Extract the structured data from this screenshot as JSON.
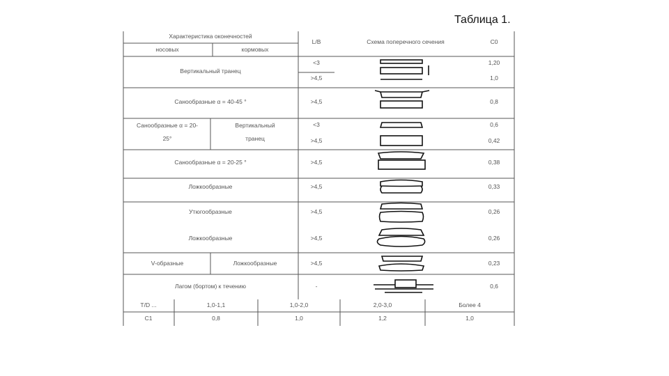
{
  "caption": "Таблица 1.",
  "header": {
    "characteristic": "Характеристика оконечностей",
    "bow": "носовых",
    "stern": "кормовых",
    "ratio": "L/B",
    "scheme": "Схема поперечного сечения",
    "coef": "C0"
  },
  "rows": [
    {
      "bow": "Вертикальный транец",
      "stern": "",
      "merged": true,
      "ratios": [
        "<3",
        ">4,5"
      ],
      "coefs": [
        "1,20",
        "1,0"
      ]
    },
    {
      "bow": "Санообразные  α = 40-45 °",
      "stern": "",
      "merged": true,
      "ratios": [
        ">4,5"
      ],
      "coefs": [
        "0,8"
      ]
    },
    {
      "bow": "Санообразные α = 20-25°",
      "stern": "Вертикальный транец",
      "merged": false,
      "ratios": [
        "<3",
        ">4,5"
      ],
      "coefs": [
        "0,6",
        "0,42"
      ]
    },
    {
      "bow": "Санообразные α = 20-25 °",
      "stern": "",
      "merged": true,
      "ratios": [
        ">4,5"
      ],
      "coefs": [
        "0,38"
      ]
    },
    {
      "bow": "Ложкообразные",
      "stern": "",
      "merged": true,
      "ratios": [
        ">4,5"
      ],
      "coefs": [
        "0,33"
      ]
    },
    {
      "bow": "Утюгообразные",
      "stern": "",
      "merged": true,
      "ratios": [
        ">4,5"
      ],
      "coefs": [
        "0,26"
      ]
    },
    {
      "bow": "Ложкообразные",
      "stern": "",
      "merged": true,
      "ratios": [
        ">4,5"
      ],
      "coefs": [
        "0,26"
      ]
    },
    {
      "bow": "V-образные",
      "stern": "Ложкообразные",
      "merged": false,
      "ratios": [
        ">4,5"
      ],
      "coefs": [
        "0,23"
      ]
    },
    {
      "bow": "Лагом (бортом) к течению",
      "stern": "",
      "merged": true,
      "ratios": [
        "-"
      ],
      "coefs": [
        "0,6"
      ]
    }
  ],
  "footer": {
    "labels": [
      "T/D ...",
      "C1"
    ],
    "ranges": [
      "1,0-1,1",
      "1,0-2,0",
      "2,0-3,0",
      "Более 4"
    ],
    "values": [
      "0,8",
      "1,0",
      "1,2",
      "1,0"
    ]
  },
  "colors": {
    "line": "#555555",
    "text": "#555555"
  }
}
